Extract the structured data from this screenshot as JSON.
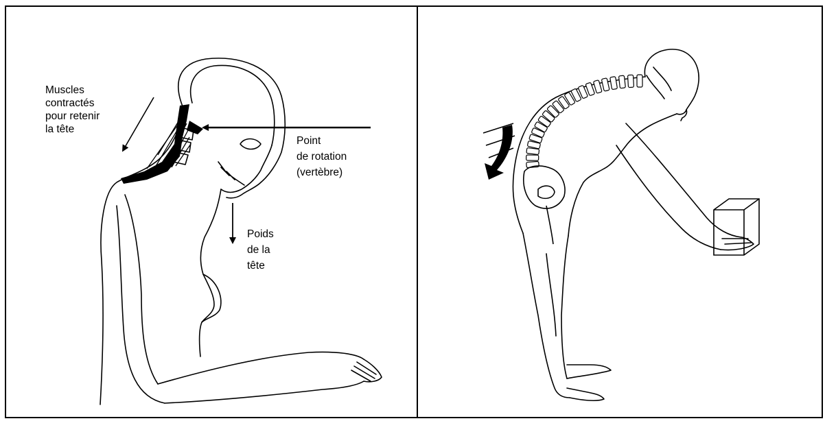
{
  "left_figure": {
    "label_muscles": [
      "Muscles",
      "contractés",
      "pour retenir",
      "la tête"
    ],
    "label_pivot": [
      "Point",
      "de rotation",
      "(vertèbre)"
    ],
    "label_weight": [
      "Poids",
      "de la",
      "tête"
    ]
  },
  "colors": {
    "line": "#000000",
    "background": "#ffffff"
  }
}
